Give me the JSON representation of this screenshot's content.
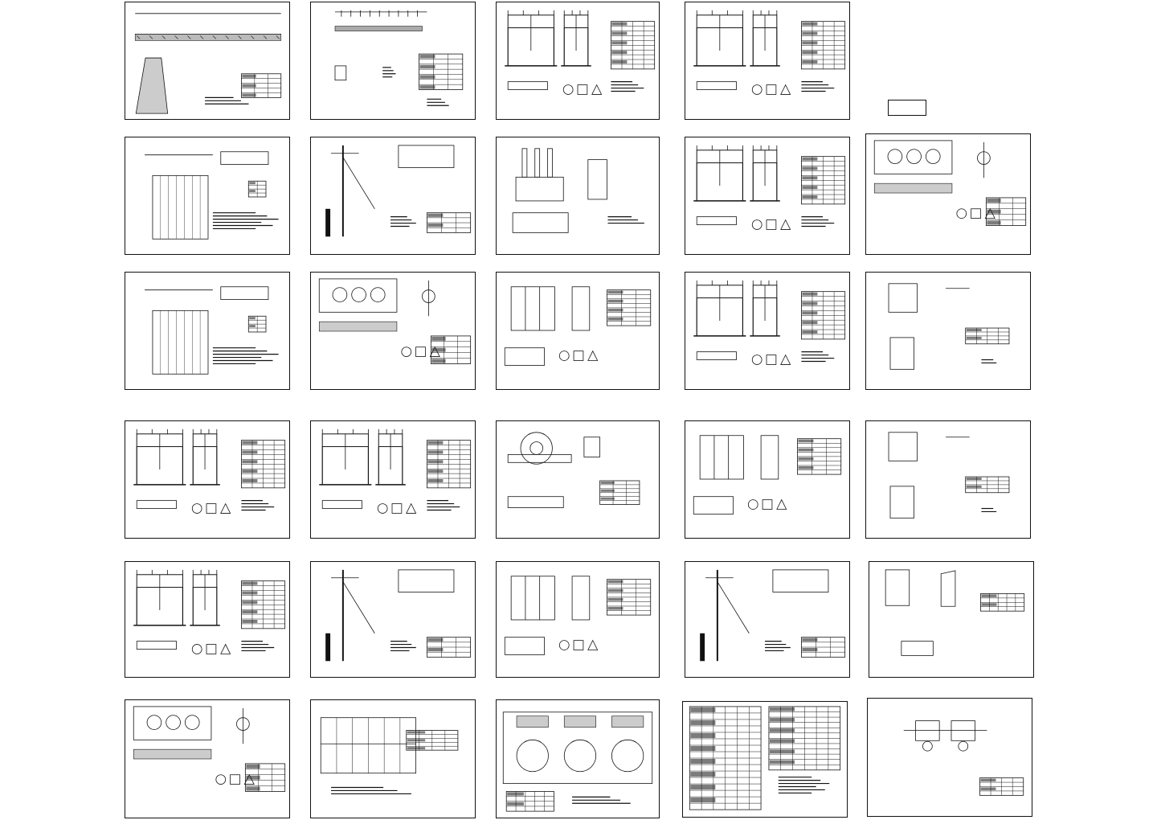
{
  "drawing_set": {
    "stamp": {
      "label": ""
    },
    "sheets": [
      {
        "id": "r1c1",
        "kind": "profile"
      },
      {
        "id": "r1c2",
        "kind": "profile-small"
      },
      {
        "id": "r1c3",
        "kind": "frame"
      },
      {
        "id": "r1c4",
        "kind": "frame"
      },
      {
        "id": "r2c1",
        "kind": "foundation"
      },
      {
        "id": "r2c2",
        "kind": "pole"
      },
      {
        "id": "r2c3",
        "kind": "transformer"
      },
      {
        "id": "r2c4",
        "kind": "frame"
      },
      {
        "id": "r2c5",
        "kind": "plan-box"
      },
      {
        "id": "r3c1",
        "kind": "foundation"
      },
      {
        "id": "r3c2",
        "kind": "plan-box"
      },
      {
        "id": "r3c3",
        "kind": "cabinet"
      },
      {
        "id": "r3c4",
        "kind": "frame"
      },
      {
        "id": "r3c5",
        "kind": "sparse"
      },
      {
        "id": "r4c1",
        "kind": "frame"
      },
      {
        "id": "r4c2",
        "kind": "frame"
      },
      {
        "id": "r4c3",
        "kind": "reel"
      },
      {
        "id": "r4c4",
        "kind": "cabinet"
      },
      {
        "id": "r4c5",
        "kind": "sparse"
      },
      {
        "id": "r5c1",
        "kind": "frame"
      },
      {
        "id": "r5c2",
        "kind": "pole"
      },
      {
        "id": "r5c3",
        "kind": "cabinet"
      },
      {
        "id": "r5c4",
        "kind": "pole"
      },
      {
        "id": "r5c5",
        "kind": "box"
      },
      {
        "id": "r6c1",
        "kind": "plan-box"
      },
      {
        "id": "r6c2",
        "kind": "grid"
      },
      {
        "id": "r6c3",
        "kind": "circles"
      },
      {
        "id": "r6c4",
        "kind": "table"
      },
      {
        "id": "r6c5",
        "kind": "symbol"
      }
    ]
  }
}
